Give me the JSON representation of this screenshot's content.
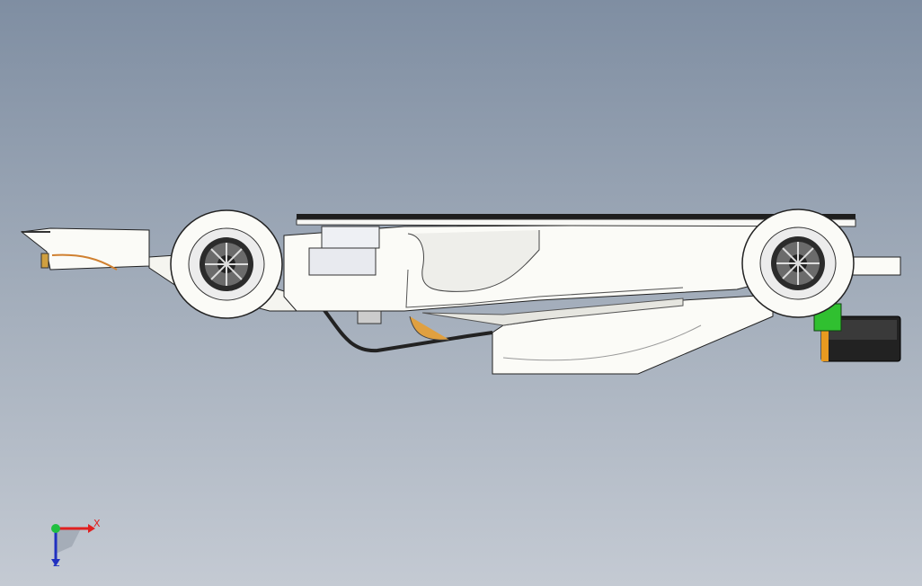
{
  "viewport": {
    "background_top": "#7f8ea2",
    "background_bottom": "#c4cad3",
    "model": "race-car-side-view"
  },
  "triad": {
    "x_label": "X",
    "z_label": "Z",
    "x_color": "#e02020",
    "y_color": "#20c040",
    "z_color": "#2030c0"
  }
}
